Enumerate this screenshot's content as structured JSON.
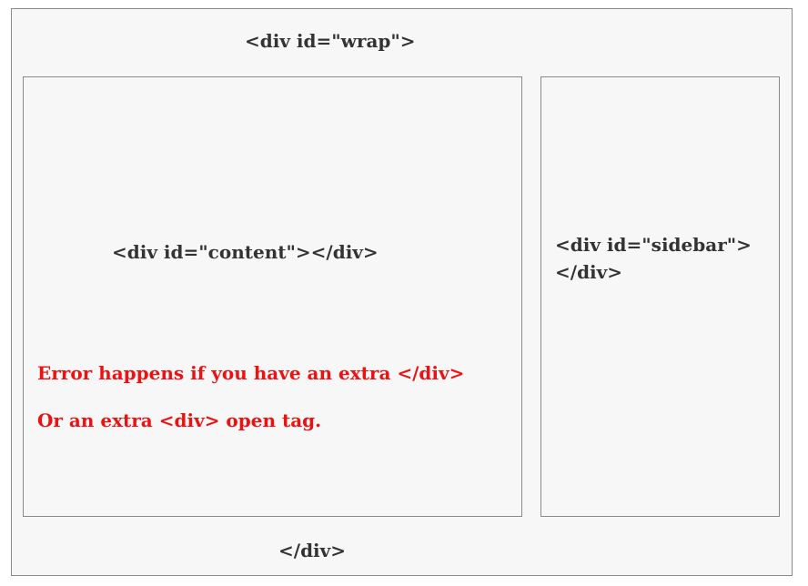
{
  "wrap": {
    "open_tag": "<div id=\"wrap\">",
    "close_tag": "</div>"
  },
  "content": {
    "label": "<div id=\"content\"></div>"
  },
  "sidebar": {
    "open_tag": "<div id=\"sidebar\">",
    "close_tag": "</div>"
  },
  "errors": {
    "line1": "Error happens if you have an extra </div>",
    "line2": "Or an extra <div> open tag."
  },
  "colors": {
    "box_fill": "#f7f7f7",
    "box_border": "#8a8a8a",
    "code_text": "#333333",
    "error_text": "#ee1111"
  }
}
